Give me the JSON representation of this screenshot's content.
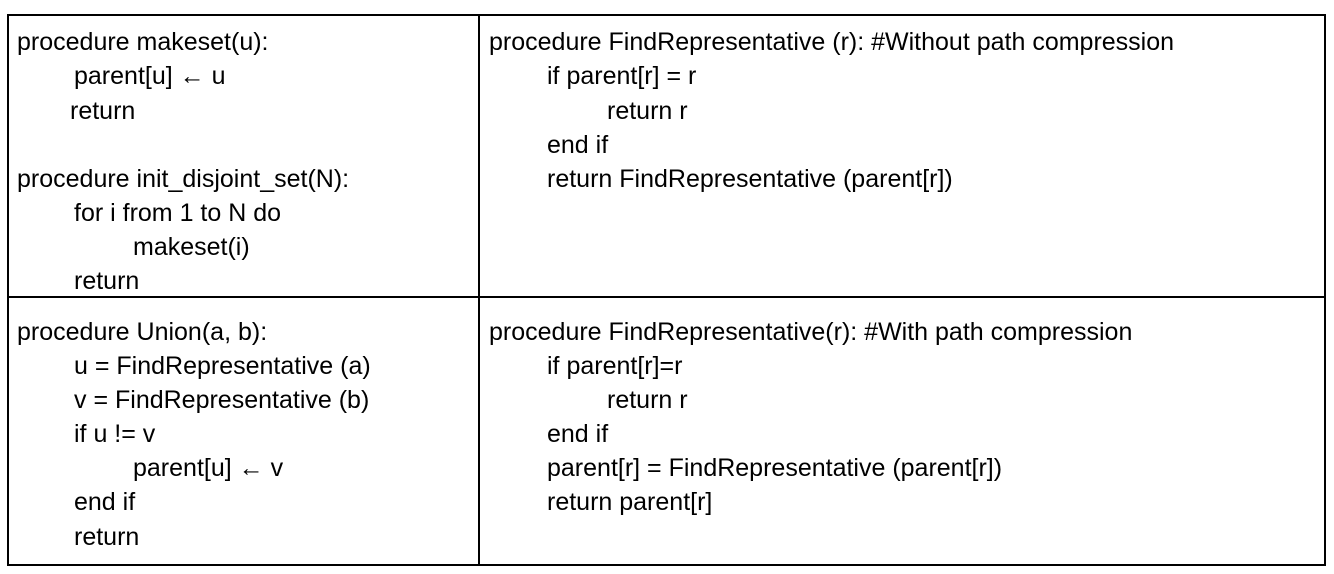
{
  "cells": {
    "top_left": {
      "lines": [
        "procedure makeset(u):",
        "parent[u] ← u",
        "return",
        "procedure init_disjoint_set(N):",
        "for i from 1 to N do",
        "makeset(i)",
        "return"
      ]
    },
    "top_right": {
      "lines": [
        "procedure FindRepresentative (r): #Without path compression",
        "if parent[r] = r",
        "return r",
        "end if",
        "return FindRepresentative (parent[r])"
      ]
    },
    "bottom_left": {
      "lines": [
        "procedure Union(a, b):",
        "u = FindRepresentative (a)",
        "v = FindRepresentative (b)",
        "if u != v",
        "parent[u] ← v",
        "end if",
        "return"
      ]
    },
    "bottom_right": {
      "lines": [
        "procedure FindRepresentative(r): #With path compression",
        "if parent[r]=r",
        "return r",
        "end if",
        "parent[r] = FindRepresentative (parent[r])",
        "return parent[r]"
      ]
    }
  }
}
